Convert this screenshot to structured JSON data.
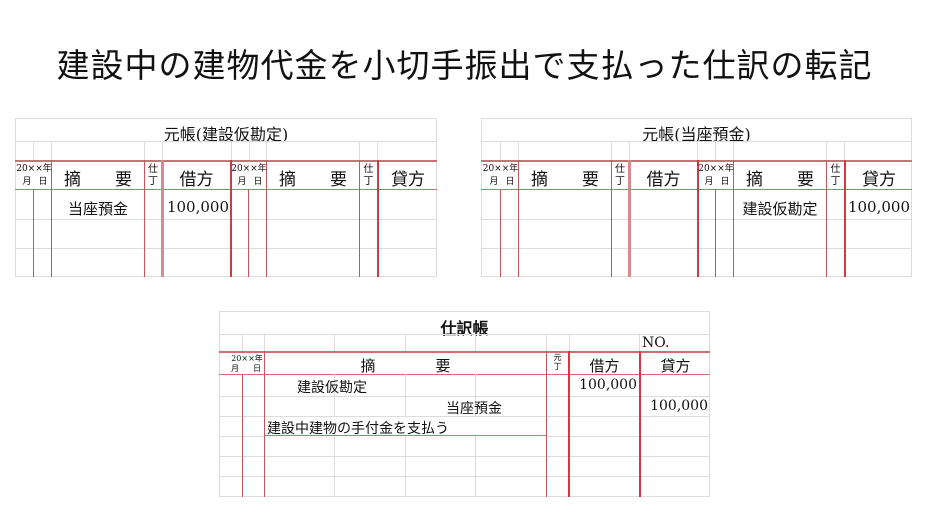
{
  "title": "建設中の建物代金を小切手振出で支払った仕訳の転記",
  "ledgers": [
    {
      "title": "元帳(建設仮勘定)",
      "header": {
        "year_label": "20××年",
        "month_label": "月",
        "day_label": "日",
        "summary_label": "摘　　要",
        "ref_label_1": "仕",
        "ref_label_2": "丁",
        "debit_label": "借方",
        "credit_label": "貸方"
      },
      "debit_entries": [
        {
          "summary": "当座預金",
          "amount": "100,000"
        }
      ],
      "credit_entries": []
    },
    {
      "title": "元帳(当座預金)",
      "header": {
        "year_label": "20××年",
        "month_label": "月",
        "day_label": "日",
        "summary_label": "摘　　要",
        "ref_label_1": "仕",
        "ref_label_2": "丁",
        "debit_label": "借方",
        "credit_label": "貸方"
      },
      "debit_entries": [],
      "credit_entries": [
        {
          "summary": "建設仮勘定",
          "amount": "100,000"
        }
      ]
    }
  ],
  "journal": {
    "title": "仕訳帳",
    "no_label": "NO.",
    "header": {
      "year_label": "20××年",
      "month_label": "月",
      "day_label": "日",
      "summary_label": "摘　　　　要",
      "ref_label_1": "元",
      "ref_label_2": "丁",
      "debit_label": "借方",
      "credit_label": "貸方"
    },
    "entries": [
      {
        "debit_account": "建設仮勘定",
        "debit_amount": "100,000"
      },
      {
        "credit_account": "当座預金",
        "credit_amount": "100,000"
      },
      {
        "memo": "建設中建物の手付金を支払う"
      }
    ]
  }
}
